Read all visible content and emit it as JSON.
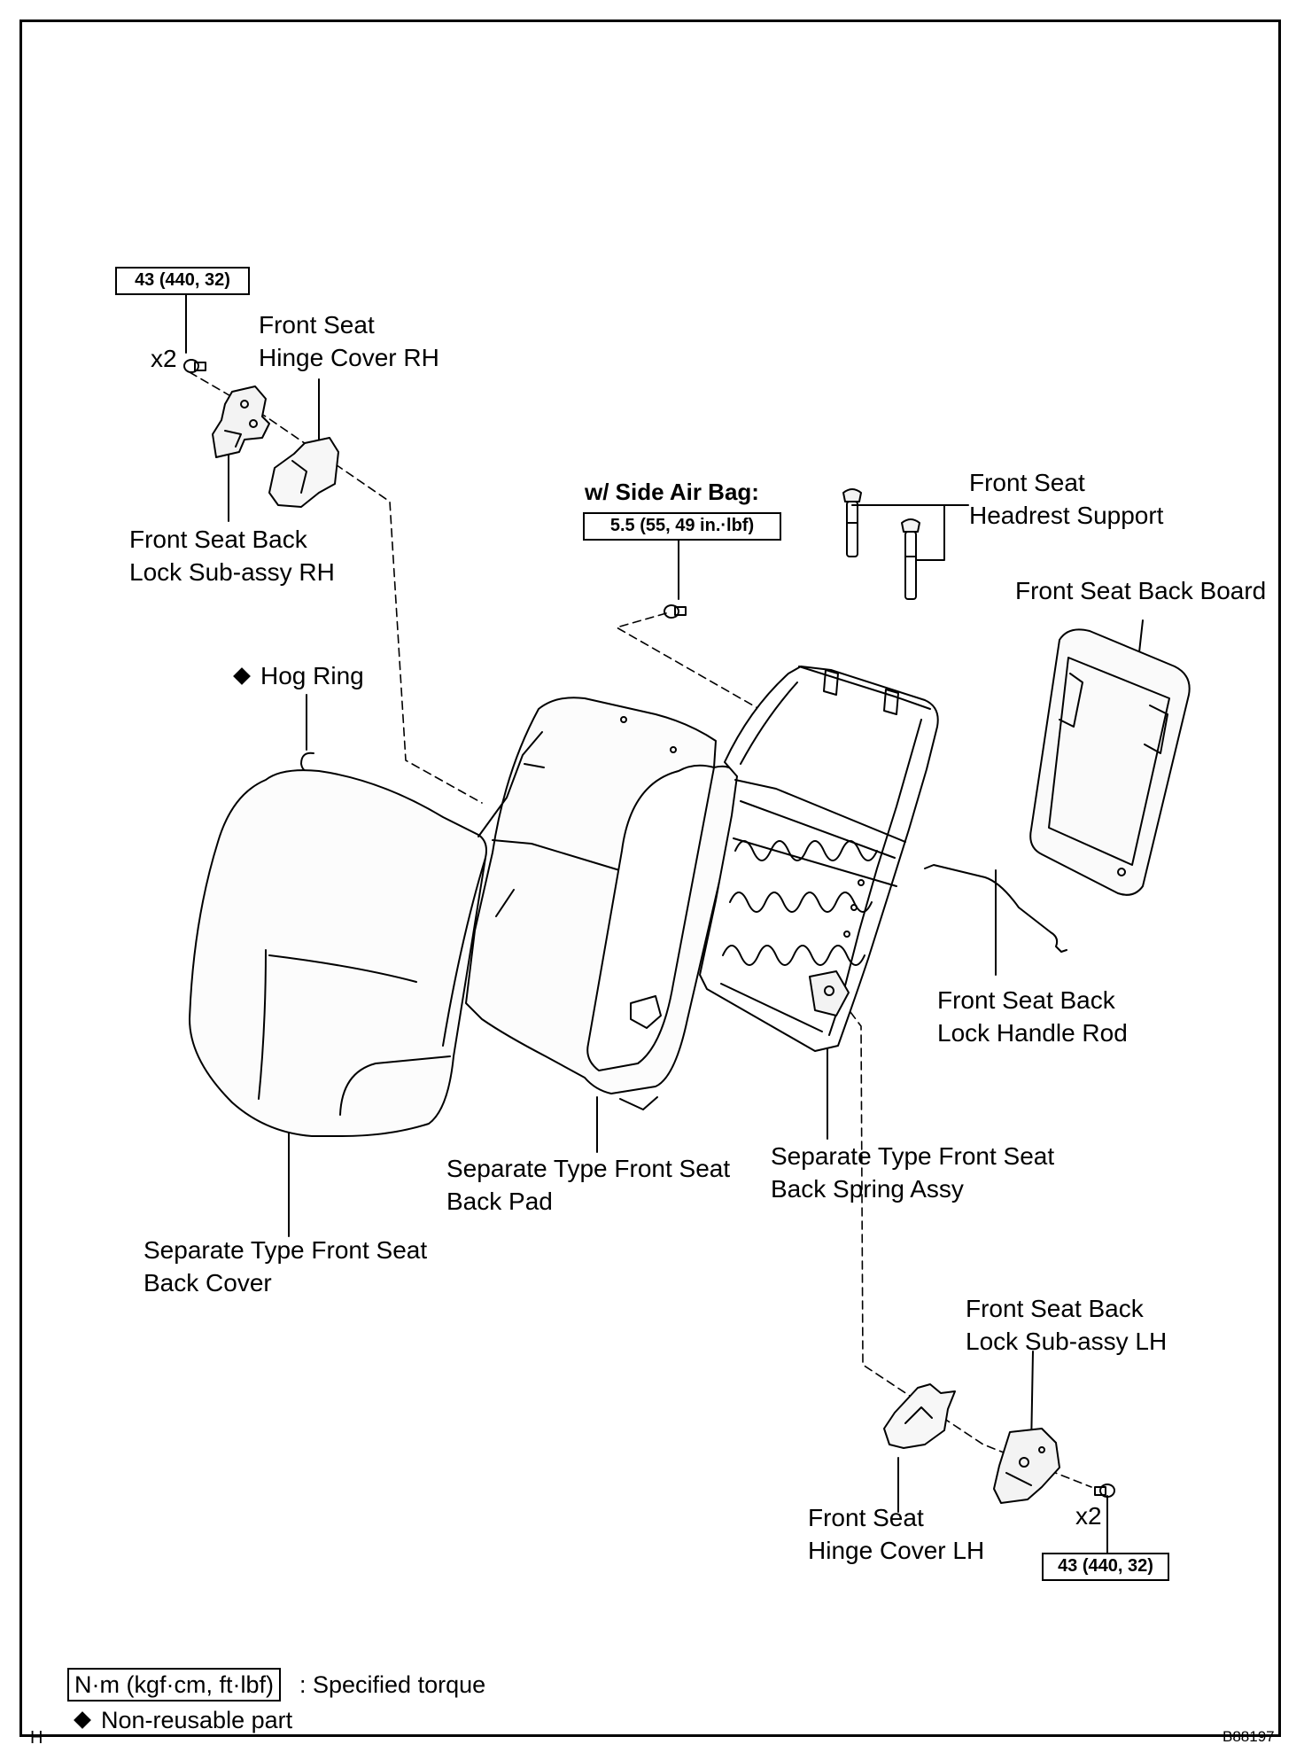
{
  "torque": {
    "rh_lock": "43 (440, 32)",
    "side_airbag_heading": "w/ Side Air Bag:",
    "side_airbag": "5.5 (55, 49 in.·lbf)",
    "lh_lock": "43 (440, 32)"
  },
  "quantity": {
    "rh": "x2",
    "lh": "x2"
  },
  "labels": {
    "hinge_cover_rh": [
      "Front Seat",
      "Hinge Cover RH"
    ],
    "lock_rh": [
      "Front Seat Back",
      "Lock Sub-assy RH"
    ],
    "headrest_support": [
      "Front Seat",
      "Headrest Support"
    ],
    "back_board": [
      "Front Seat Back Board"
    ],
    "hog_ring": "Hog Ring",
    "lock_handle_rod": [
      "Front Seat Back",
      "Lock Handle Rod"
    ],
    "back_pad": [
      "Separate Type Front Seat",
      "Back Pad"
    ],
    "spring_assy": [
      "Separate Type Front Seat",
      "Back Spring Assy"
    ],
    "back_cover": [
      "Separate Type Front Seat",
      "Back Cover"
    ],
    "lock_lh": [
      "Front Seat Back",
      "Lock Sub-assy LH"
    ],
    "hinge_cover_lh": [
      "Front Seat",
      "Hinge Cover LH"
    ]
  },
  "legend": {
    "unit_box": "N·m (kgf·cm, ft·lbf)",
    "unit_text": ": Specified torque",
    "non_reusable": "Non-reusable part"
  },
  "footer": {
    "left_code": "H",
    "figure_id": "B88197"
  }
}
